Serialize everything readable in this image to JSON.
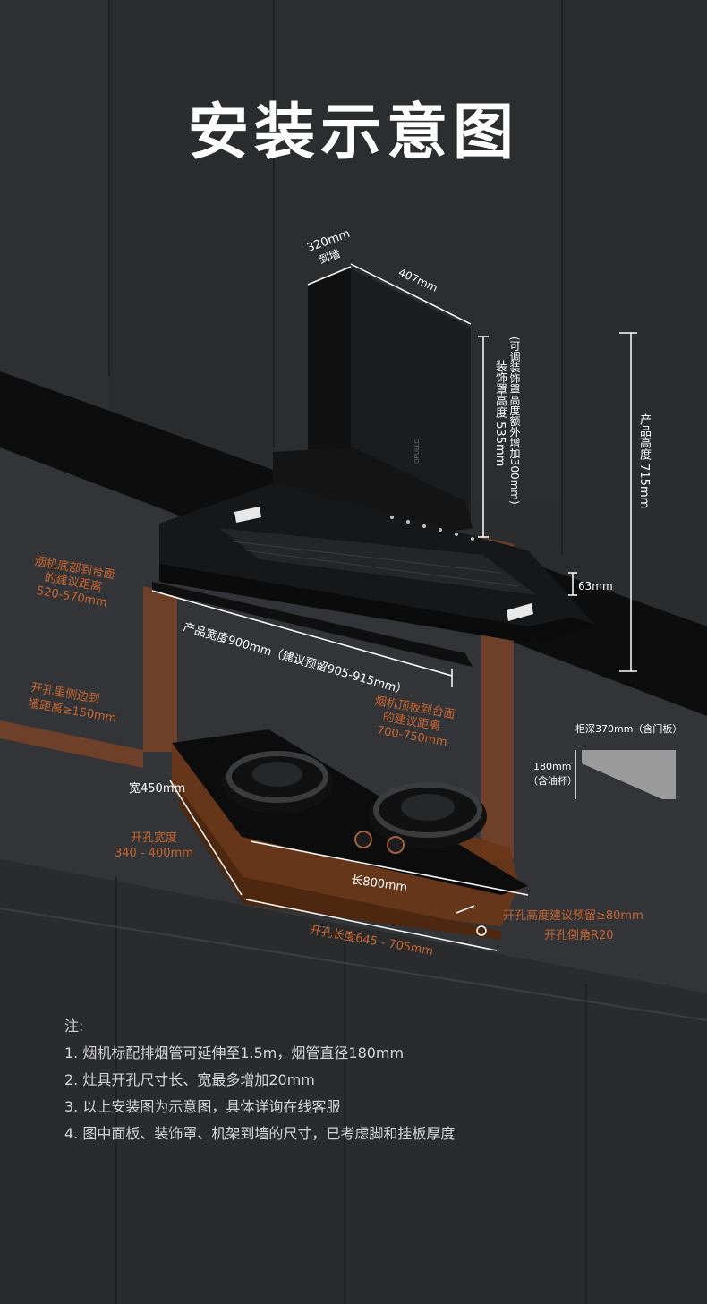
{
  "title": "安装示意图",
  "labels": {
    "depth_to_wall": "320mm",
    "depth_to_wall_sub": "到墙",
    "top_width": "407mm",
    "decor_height": "装饰罩高度 535mm",
    "decor_note": "(可调装饰罩高度额外增加300mm)",
    "product_height": "产品高度 715mm",
    "panel_height": "63mm",
    "product_width": "产品宽度900mm（建议预留905-915mm）",
    "bottom_to_counter": [
      "烟机底部到台面",
      "的建议距离",
      "520-570mm"
    ],
    "hole_to_wall": [
      "开孔里侧边到",
      "墙距离≥150mm"
    ],
    "top_to_counter": [
      "烟机顶板到台面",
      "的建议距离",
      "700-750mm"
    ],
    "cabinet_depth": "柜深370mm（含门板）",
    "cabinet_lip": "180mm",
    "cabinet_lip_sub": "（含油杯）",
    "stove_width": "宽450mm",
    "hole_width": [
      "开孔宽度",
      "340 - 400mm"
    ],
    "stove_length": "长800mm",
    "hole_length": "开孔长度645 - 705mm",
    "hole_height": "开孔高度建议预留≥80mm",
    "hole_radius": "开孔倒角R20",
    "brand": "OPULLO"
  },
  "notes": {
    "heading": "注:",
    "items": [
      "1. 烟机标配排烟管可延伸至1.5m，烟管直径180mm",
      "2. 灶具开孔尺寸长、宽最多增加20mm",
      "3. 以上安装图为示意图，具体详询在线客服",
      "4. 图中面板、装饰罩、机架到墙的尺寸，已考虑脚和挂板厚度"
    ]
  },
  "colors": {
    "background": "#2a2b2d",
    "accent": "#c8642e",
    "text": "#ffffff",
    "guide": "#7a4327"
  }
}
